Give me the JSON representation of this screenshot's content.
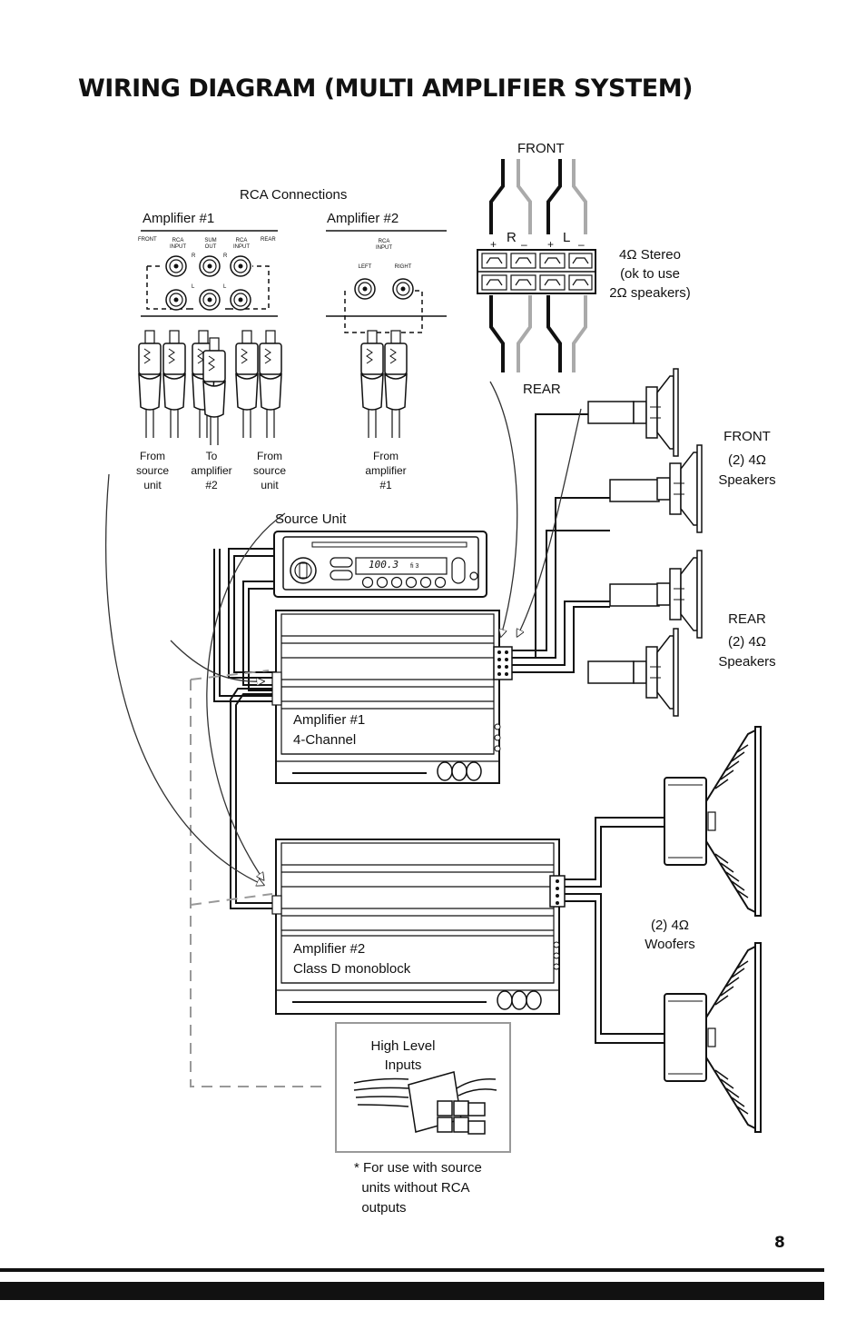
{
  "title": "WIRING DIAGRAM (MULTI AMPLIFIER SYSTEM)",
  "page_number": "8",
  "rca": {
    "heading": "RCA Connections",
    "amp1_label": "Amplifier #1",
    "amp2_label": "Amplifier #2",
    "amp1_tiny": {
      "front": "FRONT",
      "rca_input_1": "RCA\nINPUT",
      "sum_out": "SUM\nOUT",
      "rca_input_2": "RCA\nINPUT",
      "rear": "REAR",
      "r1": "R",
      "r2": "R",
      "l1": "L",
      "l2": "L"
    },
    "amp2_tiny": {
      "rca_input": "RCA\nINPUT",
      "left": "LEFT",
      "right": "RIGHT"
    },
    "captions": {
      "from_source_1": "From\nsource\nunit",
      "to_amp2": "To\namplifier\n#2",
      "from_source_2": "From\nsource\nunit",
      "from_amp1": "From\namplifier\n#1"
    }
  },
  "terminal": {
    "front_label": "FRONT",
    "rear_label": "REAR",
    "r_label": "R",
    "l_label": "L",
    "plus_1": "+",
    "minus_1": "–",
    "plus_2": "+",
    "minus_2": "–",
    "stereo_note": "4Ω Stereo\n(ok to use\n2Ω speakers)"
  },
  "source_unit": {
    "label": "Source Unit",
    "display": "100.3",
    "display_small": "fi 3"
  },
  "amplifier1": {
    "line1": "Amplifier #1",
    "line2": "4-Channel"
  },
  "amplifier2": {
    "line1": "Amplifier #2",
    "line2": "Class D monoblock"
  },
  "speakers": {
    "front_label": "FRONT",
    "front_desc": "(2) 4Ω\nSpeakers",
    "rear_label": "REAR",
    "rear_desc": "(2) 4Ω\nSpeakers",
    "woofers_desc": "(2) 4Ω\nWoofers"
  },
  "high_level": {
    "label": "High Level\nInputs",
    "note": "* For use with source\n  units without RCA\n  outputs"
  }
}
